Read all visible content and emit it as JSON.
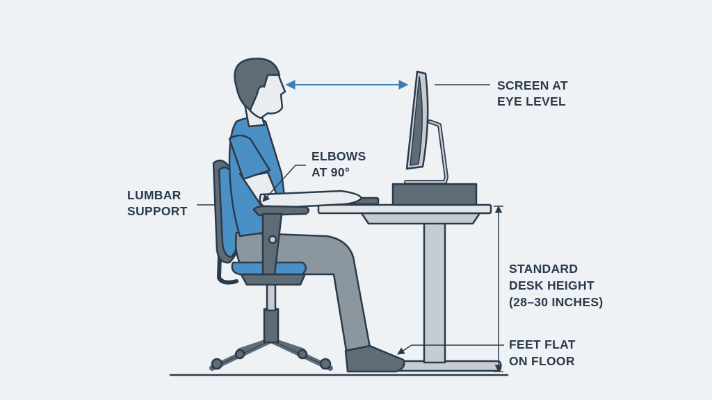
{
  "labels": {
    "screen": [
      "SCREEN AT",
      "EYE LEVEL"
    ],
    "elbows": [
      "ELBOWS",
      "AT 90°"
    ],
    "lumbar": [
      "LUMBAR",
      "SUPPORT"
    ],
    "desk_height": [
      "STANDARD",
      "DESK HEIGHT",
      "(28–30 INCHES)"
    ],
    "feet": [
      "FEET FLAT",
      "ON FLOOR"
    ]
  },
  "colors": {
    "background": "#eef2f5",
    "outline": "#2b3a4a",
    "shirt_blue": "#4a90c4",
    "dark_grey": "#5f6b75",
    "light_grey": "#c5ccd2",
    "skin": "#e9edf0",
    "arrow": "#3d7fb3"
  }
}
